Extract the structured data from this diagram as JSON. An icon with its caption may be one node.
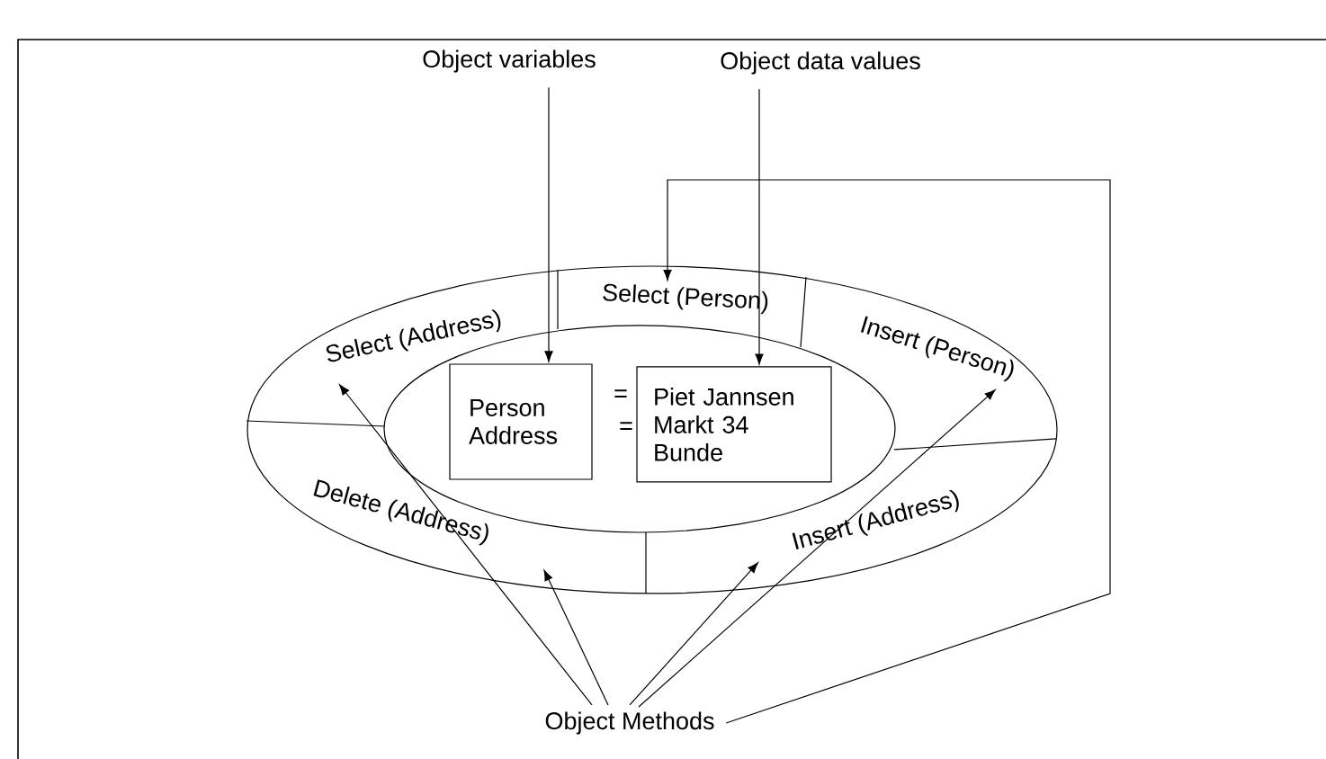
{
  "diagram": {
    "nodes": [
      {
        "text": [
          "Object variables"
        ]
      },
      {
        "text": [
          "Object data values"
        ]
      },
      {
        "text": [],
        "shape": "ellipse"
      },
      {
        "text": [
          "Select (Address)"
        ],
        "in": 2
      },
      {
        "text": [
          "Select (Person)"
        ],
        "in": 2
      },
      {
        "text": [
          "Insert (Person)"
        ],
        "in": 2
      },
      {
        "text": [
          "Delete (Address)"
        ],
        "in": 2
      },
      {
        "text": [
          "Insert (Address)"
        ],
        "in": 2
      },
      {
        "text": [],
        "shape": "ellipse",
        "in": 2
      },
      {
        "text": [
          "Person Address"
        ],
        "in": 8
      },
      {
        "text": [
          "Piet Jannsen Markt 34 Bunde"
        ],
        "in": 8
      },
      {
        "text": [
          "Object Methods"
        ]
      }
    ],
    "edges": [
      {
        "from": 0,
        "to": 9,
        "arrow": "to"
      },
      {
        "from": 1,
        "to": 10,
        "arrow": "to"
      },
      {
        "from": 11,
        "to": 3,
        "arrow": "to"
      },
      {
        "from": 11,
        "to": 6,
        "arrow": "to"
      },
      {
        "from": 11,
        "to": 7,
        "arrow": "to"
      },
      {
        "from": 11,
        "to": 5,
        "arrow": "to"
      },
      {
        "from": 11,
        "to": 4,
        "arrow": "to"
      }
    ],
    "labels": [
      "=",
      "="
    ]
  }
}
